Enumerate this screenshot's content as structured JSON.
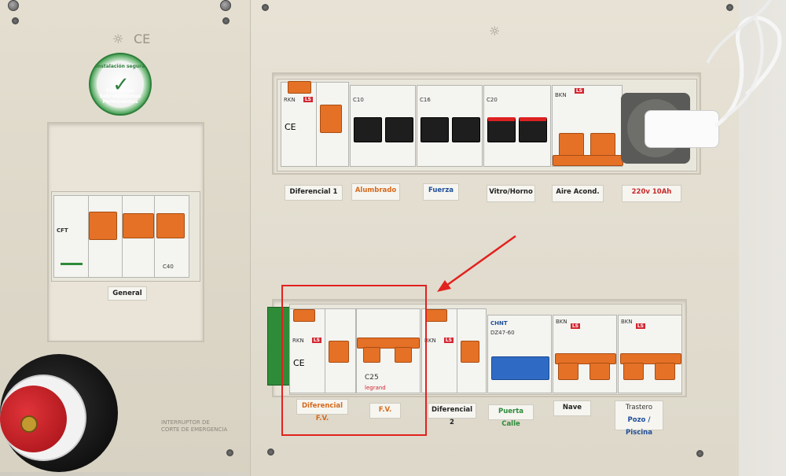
{
  "scene": {
    "description_alt": "Electrical distribution panel with circuit breakers",
    "sticker": {
      "line1": "Instalación segura",
      "line2": "Protección Sobretensiones Permanentes"
    },
    "top_row_labels": [
      {
        "text": "Diferencial 1",
        "color": "dark"
      },
      {
        "text": "Alumbrado",
        "color": "orange"
      },
      {
        "text": "Fuerza",
        "color": "blue"
      },
      {
        "text": "Vitro/Horno",
        "color": "dark"
      },
      {
        "text": "Aire Acond.",
        "color": "dark"
      },
      {
        "text": "220v 10Ah",
        "color": "red"
      }
    ],
    "general_label": "General",
    "bottom_row_labels": [
      {
        "text": "Diferencial F.V.",
        "color": "orange"
      },
      {
        "text": "F.V.",
        "color": "orange"
      },
      {
        "text": "Diferencial 2",
        "color": "dark"
      },
      {
        "text": "Puerta Calle",
        "color": "green"
      },
      {
        "text": "Nave",
        "color": "dark"
      },
      {
        "text": "Trastero",
        "color": "dark"
      },
      {
        "text": "Pozo / Piscina",
        "color": "blue"
      }
    ],
    "breakers": {
      "rkn_top": "RKN",
      "rkn_bottom": "RKN",
      "rkn_fv": "RKN",
      "c10": "C10",
      "c16": "C16",
      "c20": "C20",
      "c25": "C25",
      "c40": "C40",
      "chint": "CHNT",
      "dz47": "DZ47-60",
      "legrand": "legrand",
      "bkn1": "BKN",
      "bkn2": "BKN",
      "bkn3": "BKN",
      "cft": "CFT"
    },
    "bottom_text": [
      "INTERRUPTOR DE",
      "CORTE DE EMERGENCIA"
    ],
    "colors": {
      "highlight": "#e2221f",
      "breaker_orange": "#e57126",
      "breaker_blue": "#2f6bc4",
      "ls_red": "#d32630"
    }
  }
}
